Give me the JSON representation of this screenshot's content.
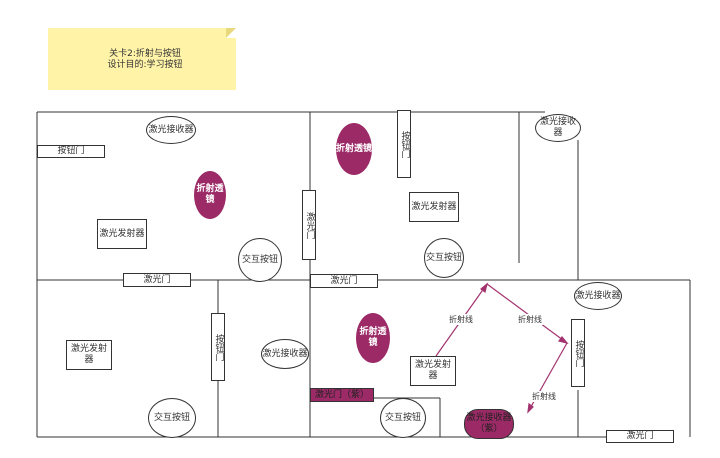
{
  "note": {
    "title": "关卡2:折射与按钮",
    "subtitle": "设计目的:学习按钮"
  },
  "receivers": {
    "r1": "激光接收器",
    "r2": "激光接收器",
    "r3": "激光接收器",
    "r4": "激光接收器",
    "r5_purple": "激光接收器（紫）"
  },
  "emitters": {
    "e1": "激光发射器",
    "e2": "激光发射器",
    "e3": "激光发射器",
    "e4": "激光发射器"
  },
  "lenses": {
    "l1": "折射透镜",
    "l2": "折射透镜",
    "l3": "折射透镜"
  },
  "buttons": {
    "b1": "交互按钮",
    "b2": "交互按钮",
    "b3": "交互按钮"
  },
  "button_doors": {
    "d1": "按钮门",
    "d2": "按钮门",
    "d3": "按钮门",
    "d4": "按钮门"
  },
  "laser_doors": {
    "ld1": "激光门",
    "ld2": "激光门",
    "ld3": "激光门",
    "ld4_purple": "激光门（紫）",
    "ld5": "激光门"
  },
  "beam_labels": {
    "a": "折射线",
    "b": "折射线",
    "c": "折射线"
  },
  "colors": {
    "lens": "#9b2a66",
    "beam": "#a3336f",
    "note": "#fff3a8",
    "wall": "#333333"
  }
}
